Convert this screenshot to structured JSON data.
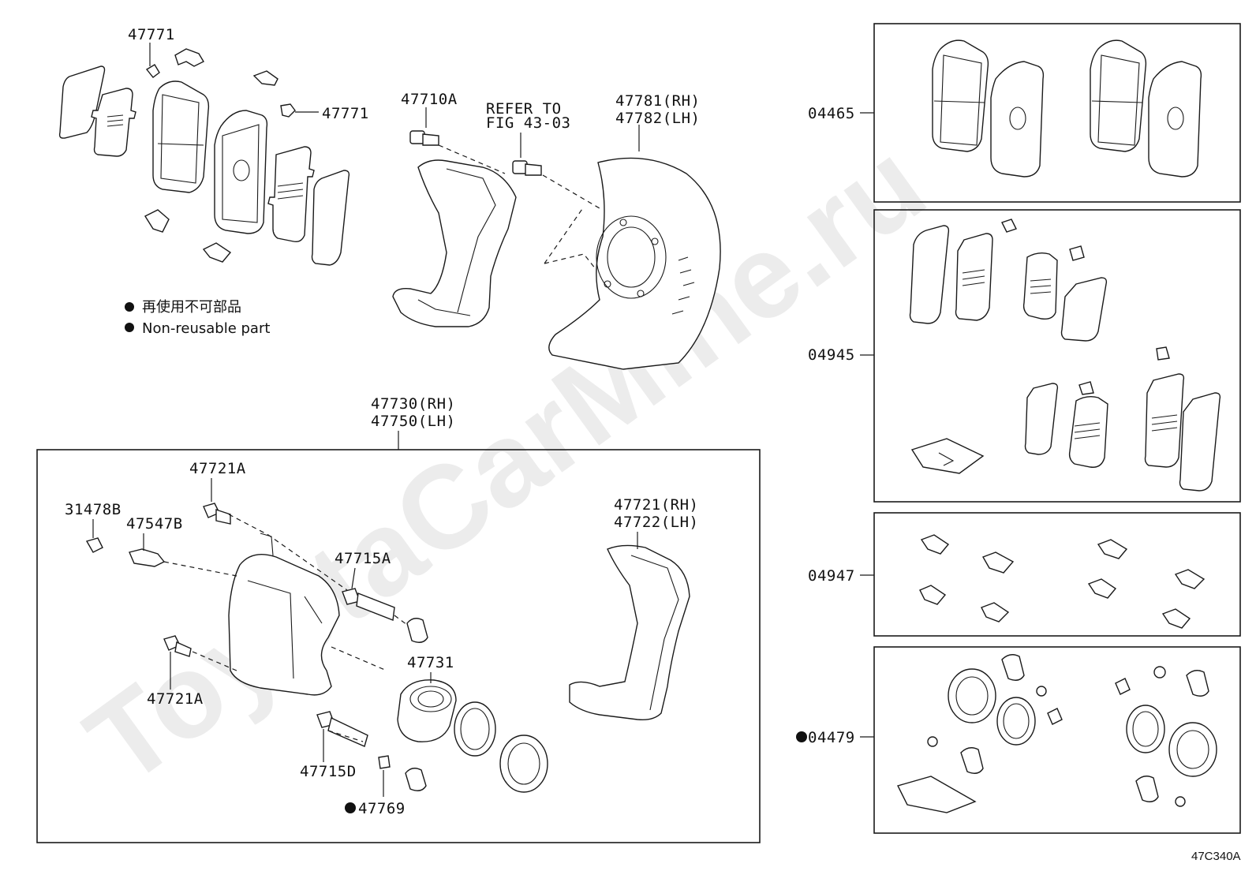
{
  "watermark": "ToyotaCarMine.ru",
  "figure_id": "47C340A",
  "legend": {
    "japanese": "再使用不可部品",
    "english": "Non-reusable part"
  },
  "labels": {
    "clip_top": "47771",
    "clip_right": "47771",
    "mounting_bolt": "47710A",
    "refer_line1": "REFER TO",
    "refer_line2": "FIG 43-03",
    "dust_cover_rh": "47781(RH)",
    "dust_cover_lh": "47782(LH)",
    "caliper_rh": "47730(RH)",
    "caliper_lh": "47750(LH)",
    "bleeder_cap": "31478B",
    "bleeder_plug": "47547B",
    "bolt_upper": "47721A",
    "bolt_lower": "47721A",
    "slide_pin_a": "47715A",
    "slide_pin_d": "47715D",
    "piston": "47731",
    "pin_ring": "47769",
    "mounting_rh": "47721(RH)",
    "mounting_lh": "47722(LH)",
    "kit_pads": "04465",
    "kit_shims": "04945",
    "kit_springs": "04947",
    "kit_cylinder": "04479"
  }
}
